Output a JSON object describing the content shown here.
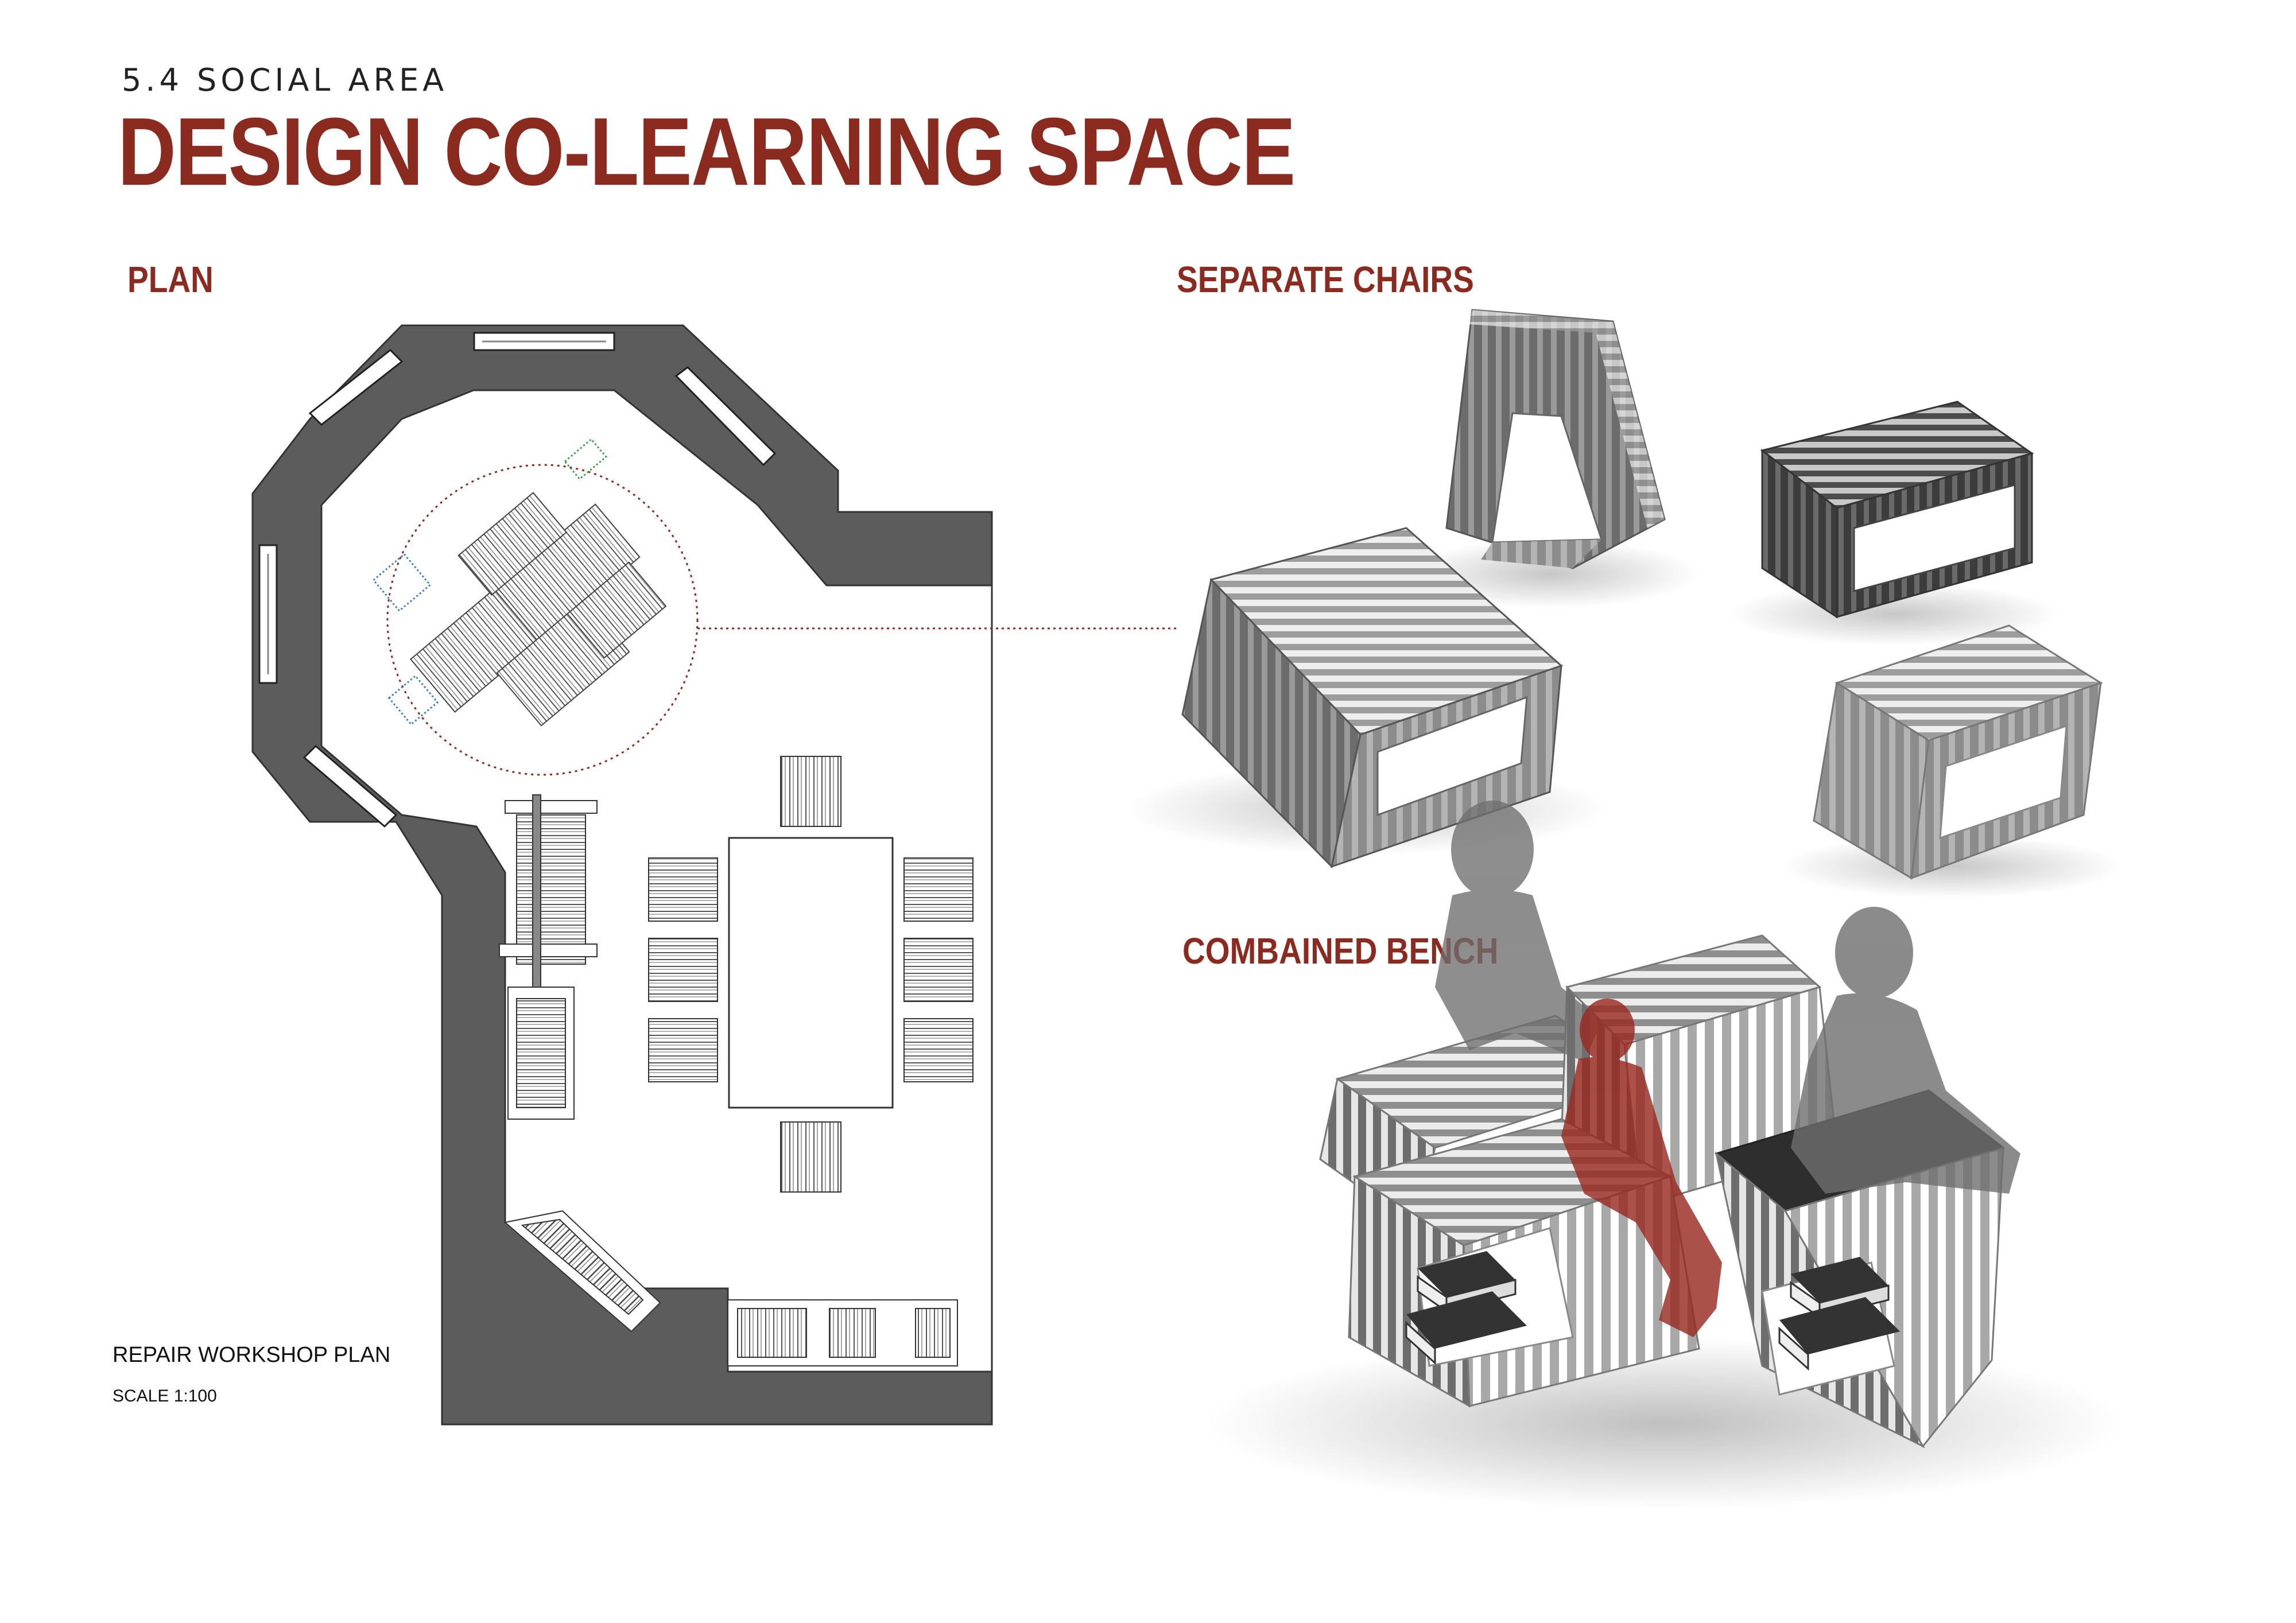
{
  "header": {
    "section_number": "5.4 SOCIAL AREA",
    "title": "DESIGN CO-LEARNING SPACE"
  },
  "sections": {
    "plan": "PLAN",
    "separate_chairs": "SEPARATE CHAIRS",
    "combined_bench": "COMBAINED BENCH"
  },
  "plan_caption": {
    "name": "REPAIR WORKSHOP PLAN",
    "scale": "SCALE 1:100"
  },
  "colors": {
    "accent": "#8b2a1f",
    "wall": "#5a5a5a",
    "furniture_light": "#a9a9a9",
    "furniture_dark": "#4a4a4a",
    "silhouette": "#6e6e6e",
    "figure_highlight": "#9a2a22"
  }
}
